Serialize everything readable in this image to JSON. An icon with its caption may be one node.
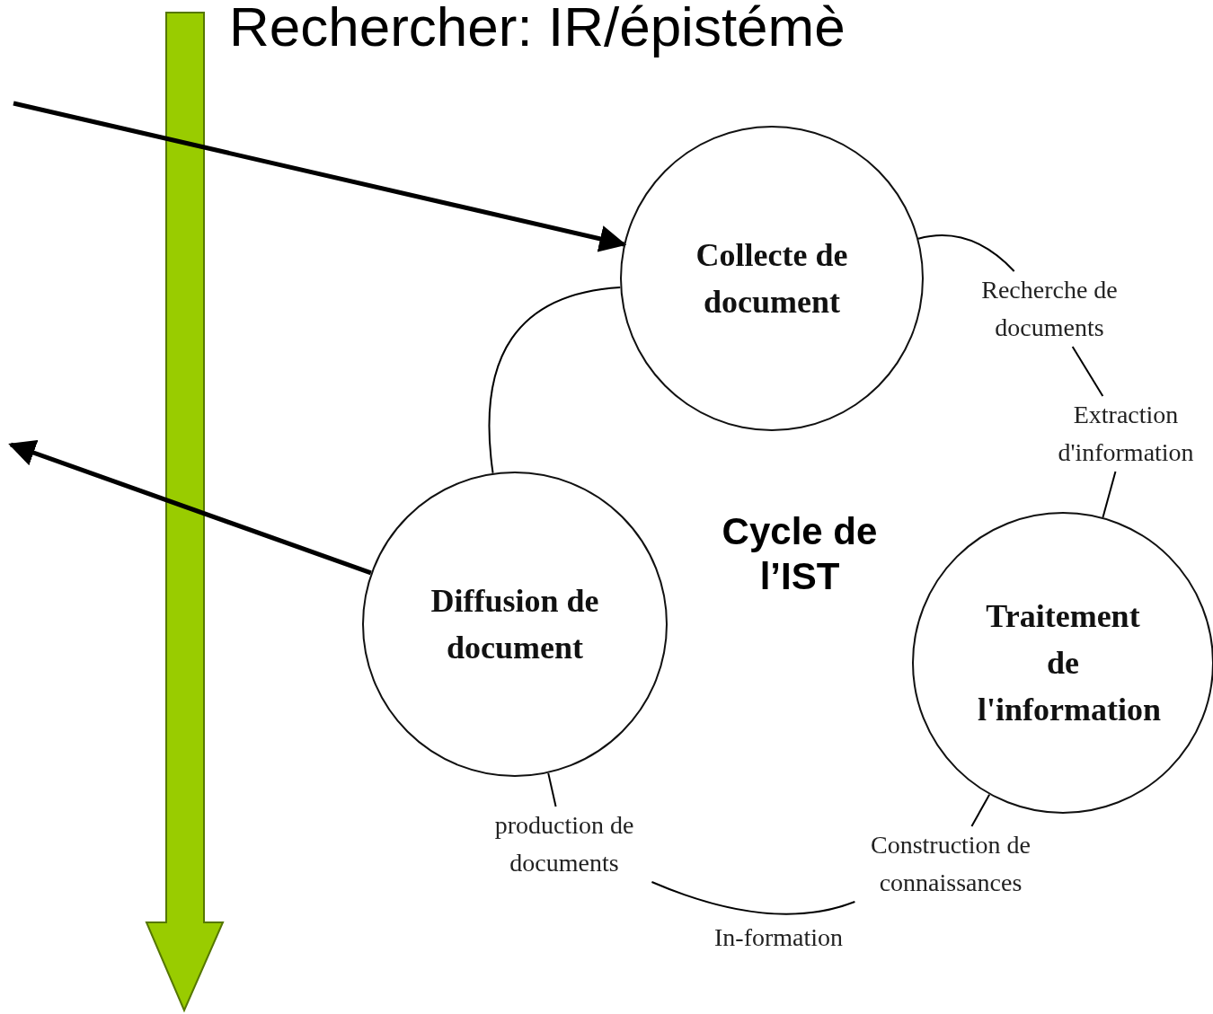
{
  "diagram": {
    "title": "Rechercher: IR/épistémè",
    "nodes": [
      {
        "text": [
          "Collecte de document"
        ]
      },
      {
        "text": [
          "Recherche de documents"
        ]
      },
      {
        "text": [
          "Extraction d'information"
        ]
      },
      {
        "text": [
          "Traitement de l'information"
        ]
      },
      {
        "text": [
          "Construction de connaissances"
        ]
      },
      {
        "text": [
          "production de documents"
        ]
      },
      {
        "text": [
          "Diffusion de document"
        ]
      }
    ],
    "edges": [
      {
        "from": 0,
        "to": 1,
        "arrow": "none"
      },
      {
        "from": 1,
        "to": 2,
        "arrow": "none"
      },
      {
        "from": 2,
        "to": 3,
        "arrow": "none"
      },
      {
        "from": 3,
        "to": 4,
        "arrow": "none"
      },
      {
        "from": 4,
        "to": 5,
        "arrow": "none",
        "label": "In-formation"
      },
      {
        "from": 5,
        "to": 6,
        "arrow": "none"
      },
      {
        "from": 6,
        "to": 0,
        "arrow": "none"
      },
      {
        "from": null,
        "to": 0,
        "arrow": "to",
        "style": "thick"
      },
      {
        "from": 6,
        "to": null,
        "arrow": "to",
        "style": "thick"
      }
    ],
    "labels": [
      "Cycle de l’IST"
    ]
  }
}
